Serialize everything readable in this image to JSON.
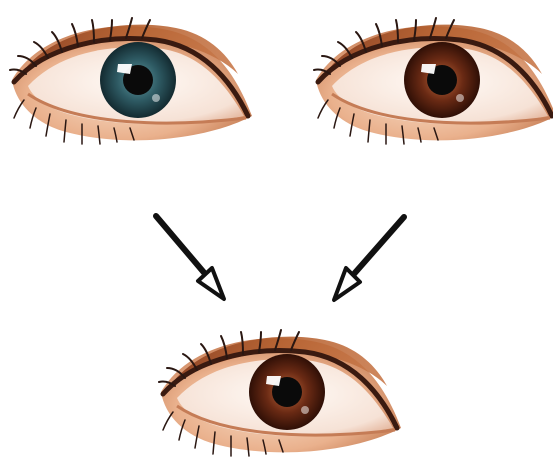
{
  "eyes": [
    {
      "role": "parent",
      "side": "left",
      "iris_color": "blue",
      "iris_hex": "#2e5a63"
    },
    {
      "role": "parent",
      "side": "right",
      "iris_color": "brown",
      "iris_hex": "#6a2a14"
    },
    {
      "role": "offspring",
      "side": "center",
      "iris_color": "brown",
      "iris_hex": "#6a2a14"
    }
  ],
  "arrows": [
    {
      "from": "left-eye",
      "to": "bottom-eye"
    },
    {
      "from": "right-eye",
      "to": "bottom-eye"
    }
  ],
  "colors": {
    "skin_light": "#f4d2b5",
    "skin_mid": "#e0a47c",
    "skin_dark": "#a4522c",
    "lash": "#2a1712",
    "sclera": "#fbf4ee",
    "arrow": "#111111"
  }
}
